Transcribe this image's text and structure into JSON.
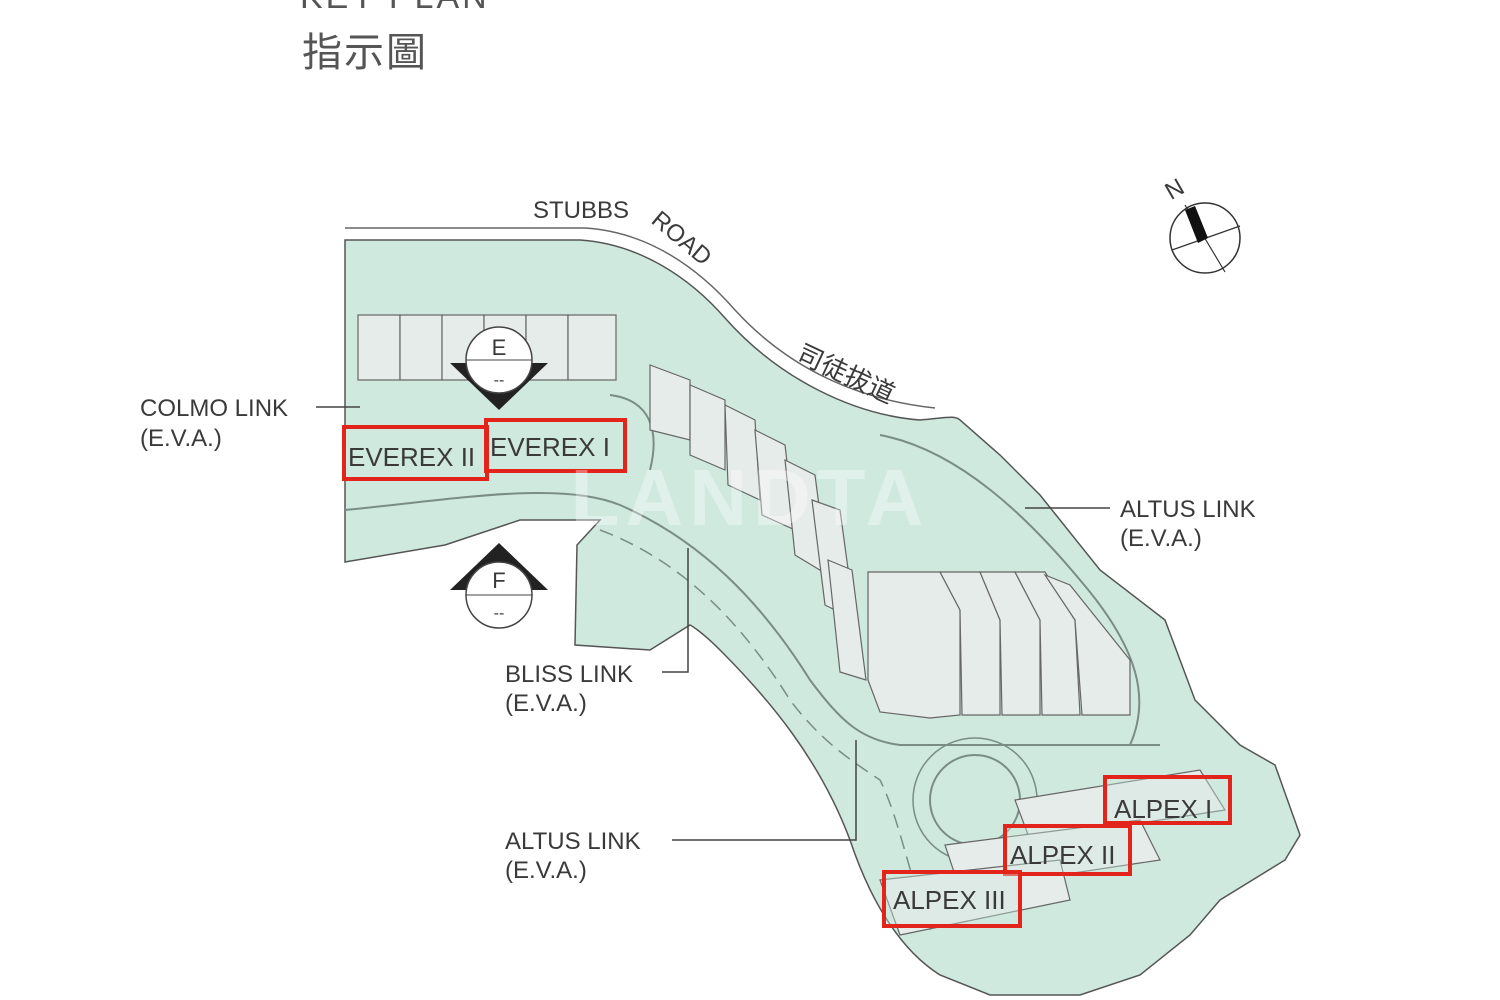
{
  "header": {
    "title_en_partial": "KEY PLAN",
    "title_cn": "指示圖"
  },
  "roads": {
    "stubbs_road_en_1": "STUBBS",
    "stubbs_road_en_2": "ROAD",
    "stubbs_road_cn": "司徒拔道"
  },
  "links": {
    "colmo": {
      "name": "COLMO LINK",
      "note": "(E.V.A.)"
    },
    "altus_east": {
      "name": "ALTUS LINK",
      "note": "(E.V.A.)"
    },
    "bliss": {
      "name": "BLISS LINK",
      "note": "(E.V.A.)"
    },
    "altus_south": {
      "name": "ALTUS LINK",
      "note": "(E.V.A.)"
    }
  },
  "buildings": {
    "everex_ii": "EVEREX II",
    "everex_i": "EVEREX I",
    "alpex_i": "ALPEX I",
    "alpex_ii": "ALPEX II",
    "alpex_iii": "ALPEX III"
  },
  "sections": {
    "e": {
      "letter": "E",
      "sub": "--"
    },
    "f": {
      "letter": "F",
      "sub": "--"
    }
  },
  "north": "N",
  "watermark": "LANDTA",
  "colors": {
    "site_fill": "#cfe9df",
    "building_fill": "#e6ece9",
    "outline": "#555555",
    "highlight": "#e3241b"
  }
}
